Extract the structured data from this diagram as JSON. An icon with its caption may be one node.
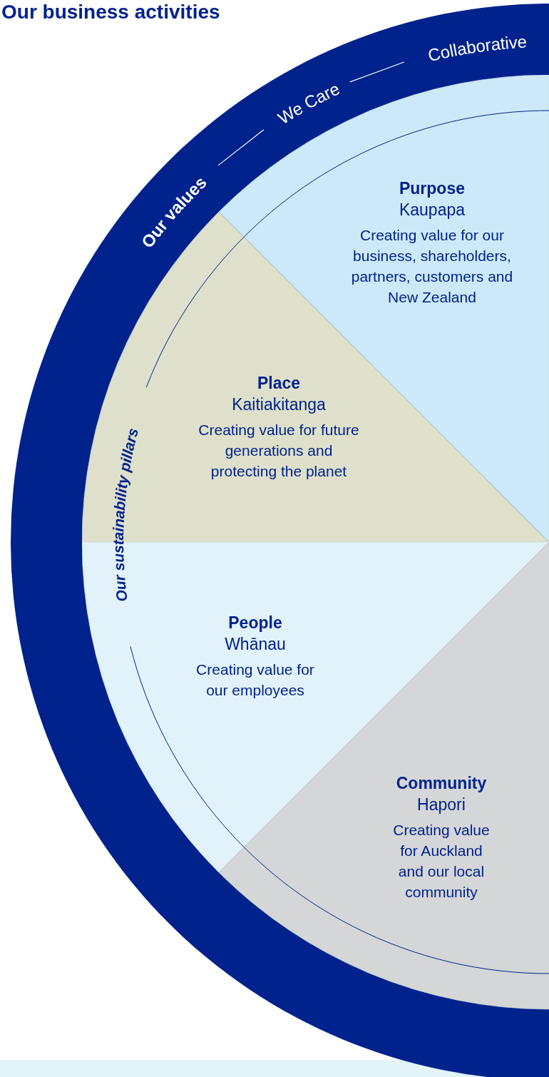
{
  "diagram": {
    "title": "Our business activities",
    "nodes": [
      {
        "text": [
          "Purpose",
          "Kaupapa",
          "Creating value for our business, shareholders, partners, customers and New Zealand"
        ]
      },
      {
        "text": [
          "Place",
          "Kaitiakitanga",
          "Creating value for future generations and protecting the planet"
        ]
      },
      {
        "text": [
          "People",
          "Whānau",
          "Creating value for our employees"
        ]
      },
      {
        "text": [
          "Community",
          "Hapori",
          "Creating value for Auckland and our local community"
        ]
      }
    ],
    "labels": [
      "Our values",
      "We Care",
      "Collaborative",
      "Our sustainability pillars"
    ]
  }
}
